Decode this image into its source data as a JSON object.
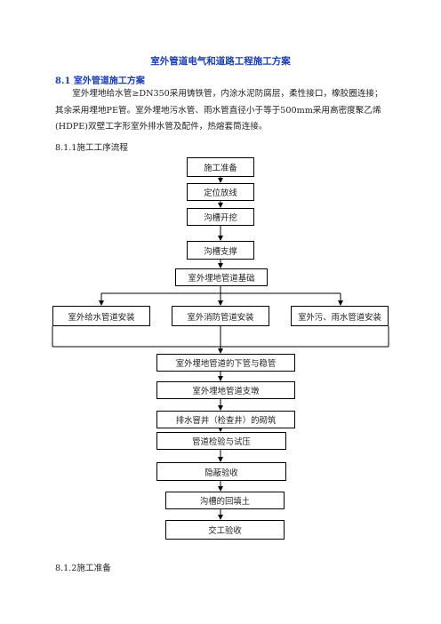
{
  "doc": {
    "title": "室外管道电气和道路工程施工方案",
    "section_heading": "8.1 室外管道施工方案",
    "paragraph": "室外埋地给水管≥DN350采用铸铁管，内涂水泥防腐层，柔性接口，橡胶圈连接；其余采用埋地PE管。室外埋地污水管、雨水管直径小于等于500mm采用高密度聚乙烯(HDPE)双壁工字形室外排水管及配件，热熔套筒连接。",
    "subsection_1": "8.1.1施工工序流程",
    "subsection_2": "8.1.2施工准备"
  },
  "flow": {
    "step1": "施工准备",
    "step2": "定位放线",
    "step3": "沟槽开挖",
    "step4": "沟槽支撑",
    "step5": "室外埋地管道基础",
    "branch_left": "室外给水管道安装",
    "branch_mid": "室外消防管道安装",
    "branch_right": "室外污、雨水管道安装",
    "step6": "室外埋地管道的下管与稳管",
    "step7": "室外埋地管道支墩",
    "step8": "排水窨井（检查井）的砌筑",
    "step9": "管道检验与试压",
    "step10": "隐蔽验收",
    "step11": "沟槽的回填土",
    "step12": "交工验收"
  }
}
